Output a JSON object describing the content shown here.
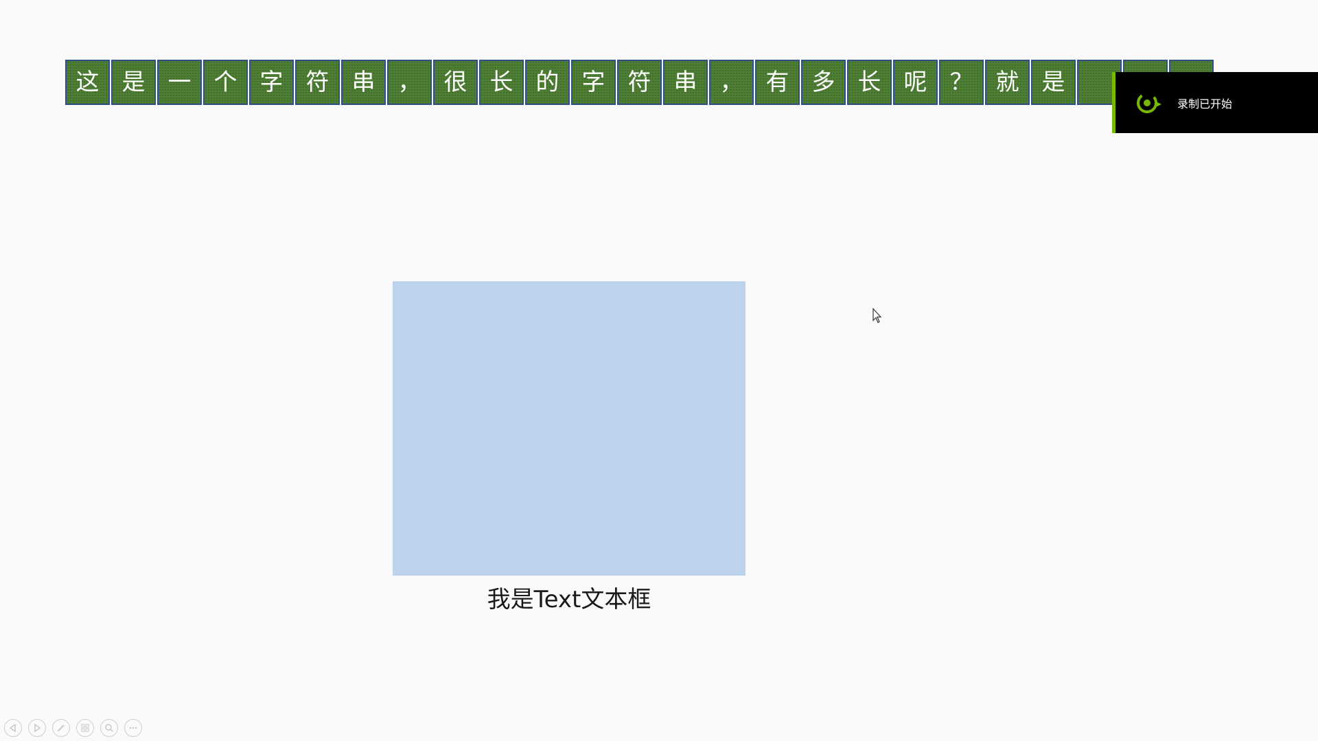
{
  "slide": {
    "char_tiles": [
      "这",
      "是",
      "一",
      "个",
      "字",
      "符",
      "串",
      "，",
      "很",
      "长",
      "的",
      "字",
      "符",
      "串",
      "，",
      "有",
      "多",
      "长",
      "呢",
      "？",
      "就",
      "是",
      "",
      "",
      ""
    ],
    "textbox_caption": "我是Text文本框"
  },
  "overlay": {
    "recording_text": "录制已开始",
    "icon": "recording-icon"
  },
  "toolbar": {
    "buttons": [
      "previous-icon",
      "next-icon",
      "pen-icon",
      "slides-icon",
      "zoom-icon",
      "more-icon"
    ]
  },
  "colors": {
    "tile_green": "#4e7d34",
    "tile_border": "#2f4f8a",
    "box_blue": "#bdd3ed",
    "accent": "#76b900"
  }
}
